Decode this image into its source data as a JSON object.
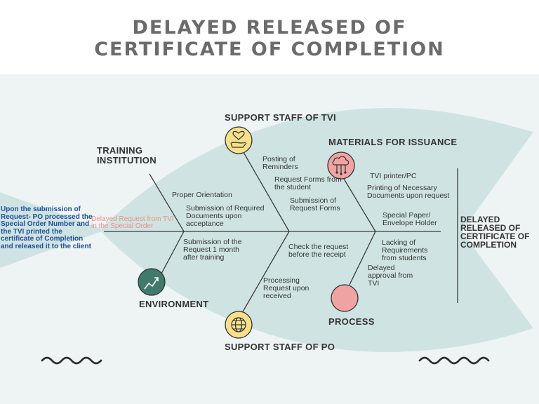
{
  "title": {
    "line1": "DELAYED RELEASED OF",
    "line2": "CERTIFICATE OF COMPLETION"
  },
  "categories": {
    "support_tvi": "SUPPORT STAFF OF TVI",
    "materials": "MATERIALS FOR ISSUANCE",
    "training": "TRAINING INSTITUTION",
    "environment": "ENVIRONMENT",
    "support_po": "SUPPORT STAFF OF PO",
    "process": "PROCESS"
  },
  "causes": {
    "posting": "Posting of Reminders",
    "request_forms": "Request Forms from the student",
    "submission_forms": "Submission of Request Forms",
    "printer": "TVI printer/PC",
    "printing_docs": "Printing of Necessary Documents upon request",
    "special_paper": "Special Paper/ Envelope Holder",
    "proper_orientation": "Proper Orientation",
    "submission_required": "Submission of Required Documents upon acceptance",
    "delayed_request": "Delayed Request from TVI in the Special Order",
    "submission_1month": "Submission of the Request 1 month after training",
    "check_request": "Check the request before the receipt",
    "processing": "Processing Request upon received",
    "lacking": "Lacking of Requirements from students",
    "delayed_approval": "Delayed approval from TVI"
  },
  "effect": "DELAYED RELEASED OF CERTIFICATE OF COMPLETION",
  "tail_note": "Upon the submission of Request- PO processed the Special Order Number and the TVI printed the certificate of Completion and released it to the client",
  "icons": {
    "support_tvi": "heart-hand-icon",
    "materials": "cloud-network-icon",
    "environment": "trend-chart-icon",
    "support_po": "globe-icon",
    "process": "circle-icon"
  },
  "colors": {
    "fish": "#cfe4e2",
    "yellow": "#f6e08a",
    "pink": "#f1a3a3",
    "green": "#3f7a6b",
    "title": "#6b6b6b",
    "blue_text": "#1f4e9c"
  }
}
